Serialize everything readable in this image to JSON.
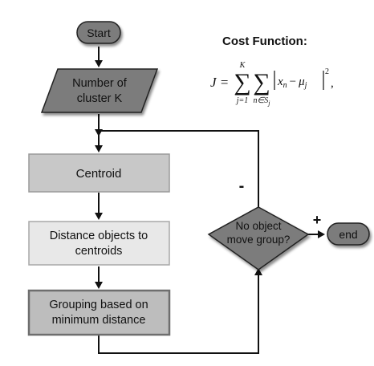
{
  "diagram": {
    "start": "Start",
    "input": {
      "line1": "Number of",
      "line2": "cluster K"
    },
    "centroid": "Centroid",
    "distance": {
      "line1": "Distance objects to",
      "line2": "centroids"
    },
    "grouping": {
      "line1": "Grouping based on",
      "line2": "minimum distance"
    },
    "decision": {
      "line1": "No object",
      "line2": "move group?"
    },
    "end": "end",
    "edge_minus": "-",
    "edge_plus": "+"
  },
  "cost_function": {
    "title": "Cost Function:",
    "lhs": "J =",
    "sum1_upper": "K",
    "sum1_lower": "j=1",
    "sum2_lower": "n∈S",
    "sum2_lower_sub": "j",
    "term": "x",
    "term_sub": "n",
    "minus": "−",
    "mu": "μ",
    "mu_sub": "j",
    "power": "2",
    "trail": ","
  },
  "colors": {
    "dark_fill": "#7b7b7b",
    "centroid_fill": "#c8c8c8",
    "light_fill": "#e8e8e8",
    "grouping_fill": "#bdbdbd",
    "stroke": "#222222"
  }
}
